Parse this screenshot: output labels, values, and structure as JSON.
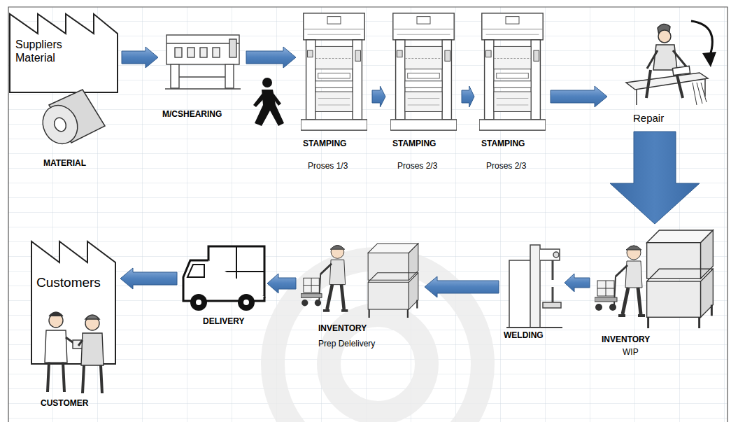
{
  "diagram": {
    "nodes": [
      {
        "text": [
          "Suppliers Material"
        ]
      },
      {
        "text": [
          "M/CSHEARING"
        ]
      },
      {
        "text": [
          "STAMPING",
          "Proses 1/3"
        ]
      },
      {
        "text": [
          "STAMPING",
          "Proses 2/3"
        ]
      },
      {
        "text": [
          "STAMPING",
          "Proses 2/3"
        ]
      },
      {
        "text": [
          "Repair"
        ]
      },
      {
        "text": [
          "INVENTORY",
          "WIP"
        ]
      },
      {
        "text": [
          "WELDING"
        ]
      },
      {
        "text": [
          "INVENTORY",
          "Prep Delelivery"
        ]
      },
      {
        "text": [
          "DELIVERY"
        ]
      },
      {
        "text": [
          "Customers",
          "CUSTOMER"
        ]
      }
    ],
    "edges": [
      {
        "from": 0,
        "to": 1,
        "arrow": "to"
      },
      {
        "from": 1,
        "to": 2,
        "arrow": "to"
      },
      {
        "from": 2,
        "to": 3,
        "arrow": "to"
      },
      {
        "from": 3,
        "to": 4,
        "arrow": "to"
      },
      {
        "from": 4,
        "to": 5,
        "arrow": "to"
      },
      {
        "from": 5,
        "to": 6,
        "arrow": "to"
      },
      {
        "from": 6,
        "to": 7,
        "arrow": "to"
      },
      {
        "from": 7,
        "to": 8,
        "arrow": "to"
      },
      {
        "from": 8,
        "to": 9,
        "arrow": "to"
      },
      {
        "from": 9,
        "to": 10,
        "arrow": "to"
      }
    ],
    "labels": [
      "MATERIAL"
    ]
  }
}
